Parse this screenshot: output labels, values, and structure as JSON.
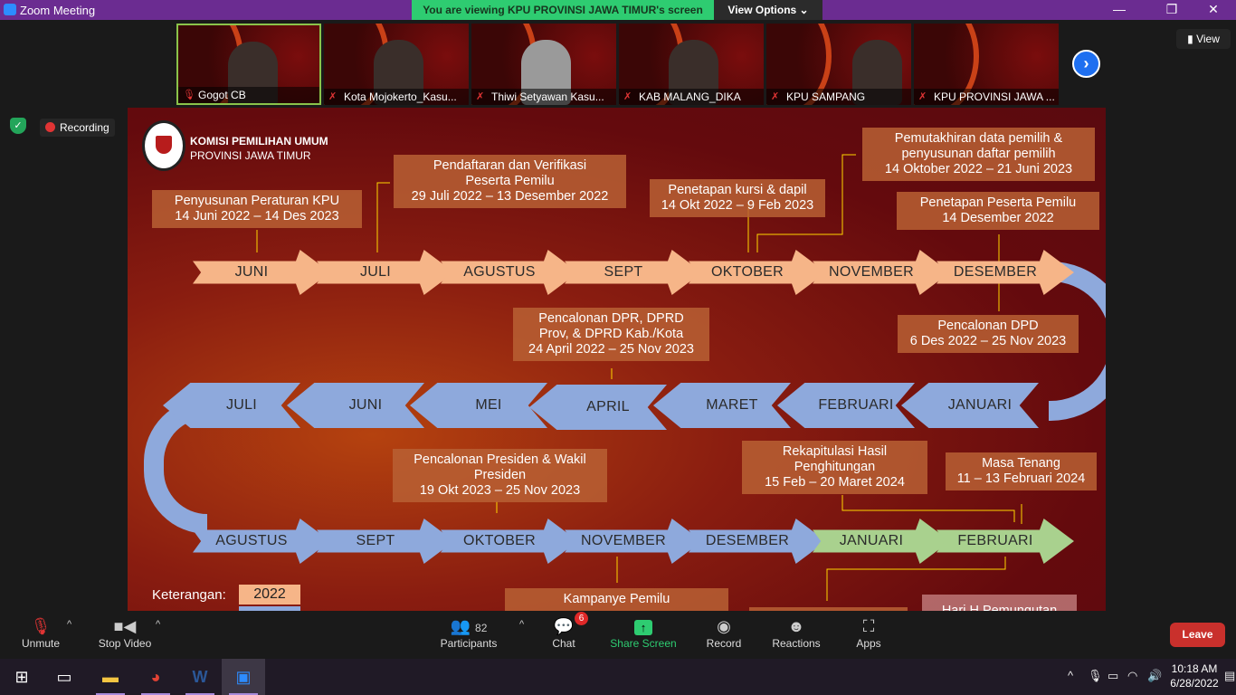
{
  "window": {
    "title": "Zoom Meeting",
    "viewing_banner": "You are viewing KPU PROVINSI JAWA TIMUR's screen",
    "view_options": "View Options ⌄",
    "minimize": "—",
    "restore": "❐",
    "close": "✕"
  },
  "gallery": {
    "participants": [
      "Gogot CB",
      "Kota Mojokerto_Kasu...",
      "Thiwi Setyawan Kasu...",
      "KAB MALANG_DIKA",
      "KPU SAMPANG",
      "KPU PROVINSI JAWA ..."
    ],
    "view_label": "View",
    "next": "›"
  },
  "status": {
    "recording": "Recording"
  },
  "slide": {
    "org1": "KOMISI PEMILIHAN UMUM",
    "org2": "PROVINSI JAWA TIMUR",
    "row1": [
      "JUNI",
      "JULI",
      "AGUSTUS",
      "SEPT",
      "OKTOBER",
      "NOVEMBER",
      "DESEMBER"
    ],
    "row2": [
      "JANUARI",
      "FEBRUARI",
      "MARET",
      "APRIL",
      "MEI",
      "JUNI",
      "JULI"
    ],
    "row3": [
      "AGUSTUS",
      "SEPT",
      "OKTOBER",
      "NOVEMBER",
      "DESEMBER",
      "JANUARI",
      "FEBRUARI"
    ],
    "boxes": {
      "penyusunan": [
        "Penyusunan Peraturan KPU",
        "14 Juni 2022 – 14 Des 2023"
      ],
      "pendaftaran": [
        "Pendaftaran dan Verifikasi",
        "Peserta Pemilu",
        "29 Juli 2022 – 13 Desember 2022"
      ],
      "kursi": [
        "Penetapan kursi & dapil",
        "14 Okt 2022 – 9 Feb 2023"
      ],
      "pemutakhiran": [
        "Pemutakhiran data pemilih &",
        "penyusunan daftar pemilih",
        "14 Oktober 2022 – 21 Juni 2023"
      ],
      "peserta": [
        "Penetapan Peserta Pemilu",
        "14 Desember 2022"
      ],
      "dpd": [
        "Pencalonan DPD",
        "6 Des 2022 – 25 Nov 2023"
      ],
      "dpr": [
        "Pencalonan DPR, DPRD",
        "Prov, & DPRD Kab./Kota",
        "24 April 2022 – 25 Nov 2023"
      ],
      "presiden": [
        "Pencalonan Presiden & Wakil",
        "Presiden",
        "19 Okt 2023 – 25 Nov 2023"
      ],
      "rekap": [
        "Rekapitulasi Hasil",
        "Penghitungan",
        "15 Feb – 20 Maret 2024"
      ],
      "tenang": [
        "Masa Tenang",
        "11 – 13 Februari 2024"
      ],
      "kampanye": [
        "Kampanye Pemilu"
      ],
      "harih": [
        "Hari H Pemungutan"
      ]
    },
    "legend_label": "Keterangan:",
    "legend_2022": "2022"
  },
  "toolbar": {
    "unmute": "Unmute",
    "stop_video": "Stop Video",
    "participants": "Participants",
    "participant_count": "82",
    "chat": "Chat",
    "chat_badge": "6",
    "share": "Share Screen",
    "record": "Record",
    "reactions": "Reactions",
    "apps": "Apps",
    "leave": "Leave"
  },
  "taskbar": {
    "time": "10:18 AM",
    "date": "6/28/2022"
  },
  "colors": {
    "titlebar": "#6b2c91",
    "banner": "#2ecc71",
    "peach": "#f6b588",
    "blue": "#8ea9dc",
    "green": "#a9d18e",
    "leave": "#c9302c"
  }
}
